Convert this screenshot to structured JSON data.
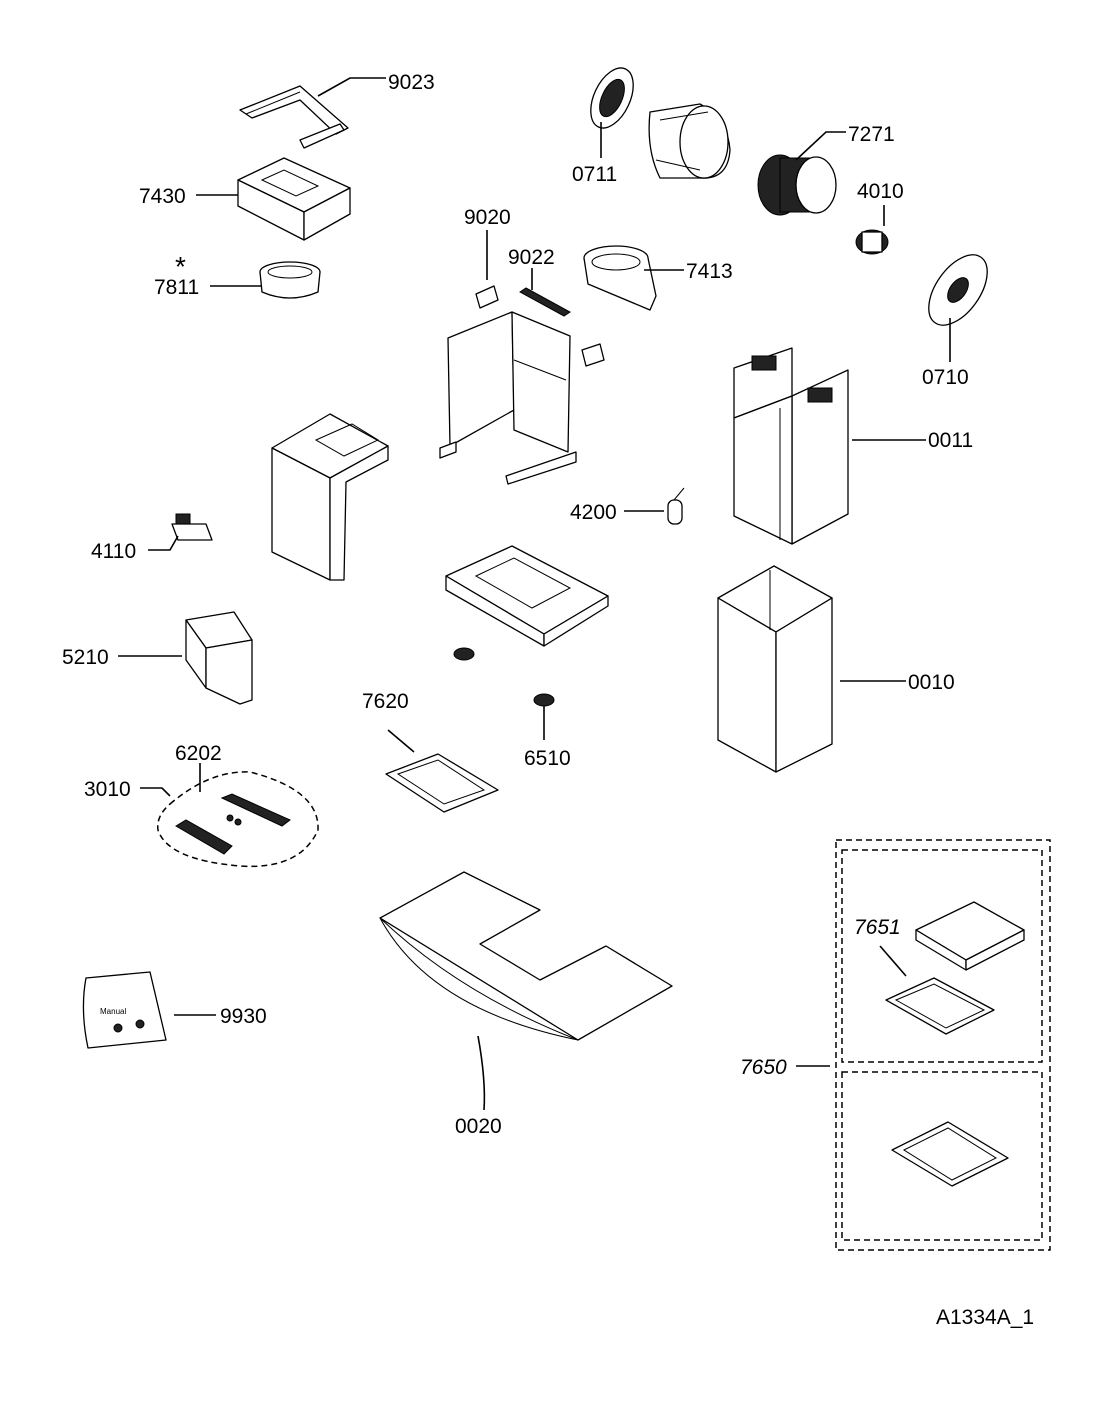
{
  "diagram": {
    "drawing_code": "A1334A_1",
    "asterisk": "*",
    "parts": [
      {
        "id": "9023"
      },
      {
        "id": "7430"
      },
      {
        "id": "7811"
      },
      {
        "id": "0711"
      },
      {
        "id": "7271"
      },
      {
        "id": "4010"
      },
      {
        "id": "9020"
      },
      {
        "id": "9022"
      },
      {
        "id": "7413"
      },
      {
        "id": "0710"
      },
      {
        "id": "0011"
      },
      {
        "id": "4200"
      },
      {
        "id": "4110"
      },
      {
        "id": "5210"
      },
      {
        "id": "0010"
      },
      {
        "id": "7620"
      },
      {
        "id": "6510"
      },
      {
        "id": "6202"
      },
      {
        "id": "3010"
      },
      {
        "id": "7651"
      },
      {
        "id": "9930"
      },
      {
        "id": "7650"
      },
      {
        "id": "0020"
      }
    ],
    "bag_text": "Manual"
  }
}
